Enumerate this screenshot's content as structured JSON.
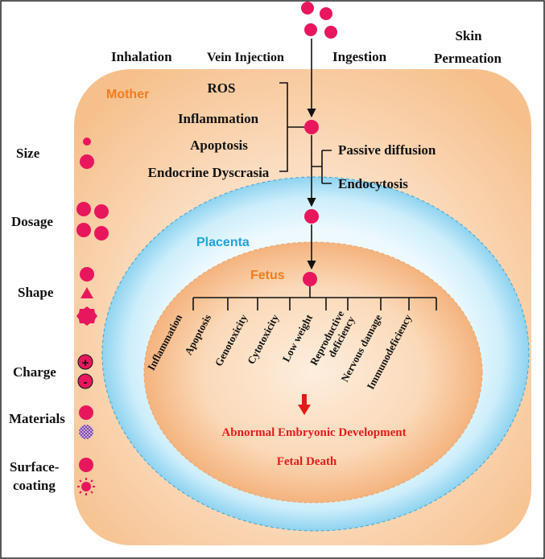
{
  "routes": {
    "inhalation": "Inhalation",
    "vein_injection": "Vein Injection",
    "ingestion": "Ingestion",
    "skin_line1": "Skin",
    "skin_line2": "Permeation"
  },
  "regions": {
    "mother": "Mother",
    "placenta": "Placenta",
    "fetus": "Fetus"
  },
  "maternal_effects": [
    "ROS",
    "Inflammation",
    "Apoptosis",
    "Endocrine Dyscrasia"
  ],
  "transport": [
    "Passive diffusion",
    "Endocytosis"
  ],
  "fetal_effects": [
    [
      "Inflammation"
    ],
    [
      "Apoptosis"
    ],
    [
      "Genotoxicity"
    ],
    [
      "Cytotoxicity"
    ],
    [
      "Low weight"
    ],
    [
      "Reproductive",
      "deficiency"
    ],
    [
      "Nervous damage"
    ],
    [
      "Immunodeficiency"
    ]
  ],
  "outcomes": [
    "Abnormal Embryonic Development",
    "Fetal Death"
  ],
  "properties": {
    "size": "Size",
    "dosage": "Dosage",
    "shape": "Shape",
    "charge": "Charge",
    "charge_plus": "+",
    "charge_minus": "-",
    "materials": "Materials",
    "surface_line1": "Surface-",
    "surface_line2": "coating"
  },
  "colors": {
    "particle": "#e8175d",
    "mother_center": "#fbe5d3",
    "mother_edge": "#f6c493",
    "placenta_center": "#eaf7fd",
    "placenta_edge": "#8fd3f0",
    "fetus_center": "#fde3cc",
    "fetus_edge": "#f2a86d",
    "mother_label": "#f07c1e",
    "placenta_label": "#1fa3e0",
    "fetus_label": "#f07c1e",
    "outcome": "#e41b1b"
  }
}
